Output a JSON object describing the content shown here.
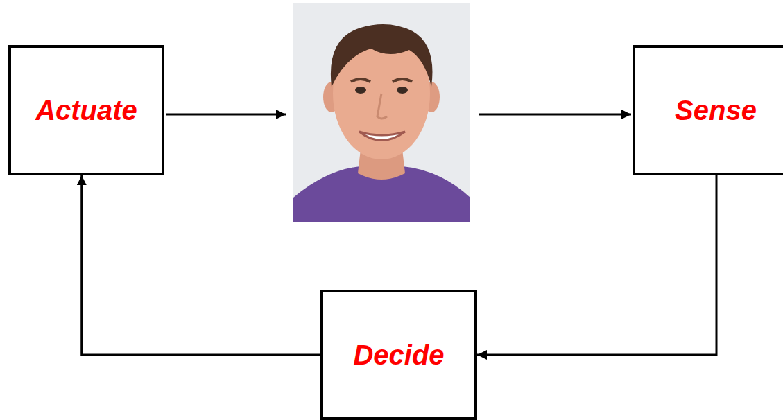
{
  "diagram": {
    "nodes": [
      {
        "text": [
          "Actuate"
        ]
      },
      {
        "text": [
          "Sense"
        ]
      },
      {
        "text": [
          "Decide"
        ]
      }
    ],
    "edges": [
      {
        "from": 1,
        "to": 2,
        "arrow": "to"
      },
      {
        "from": 2,
        "to": 0,
        "arrow": "to"
      }
    ]
  }
}
